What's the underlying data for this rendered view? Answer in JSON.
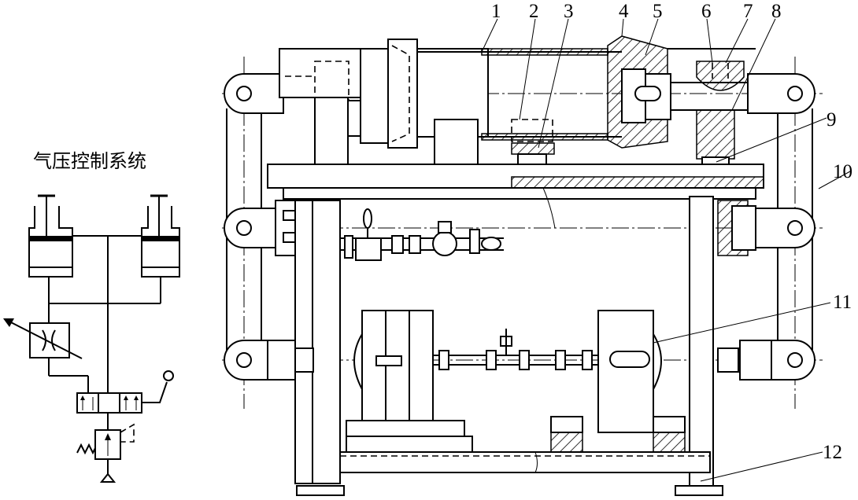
{
  "system_title": "气压控制系统",
  "part_numbers": [
    "1",
    "2",
    "3",
    "4",
    "5",
    "6",
    "7",
    "8",
    "9",
    "10",
    "11",
    "12"
  ]
}
